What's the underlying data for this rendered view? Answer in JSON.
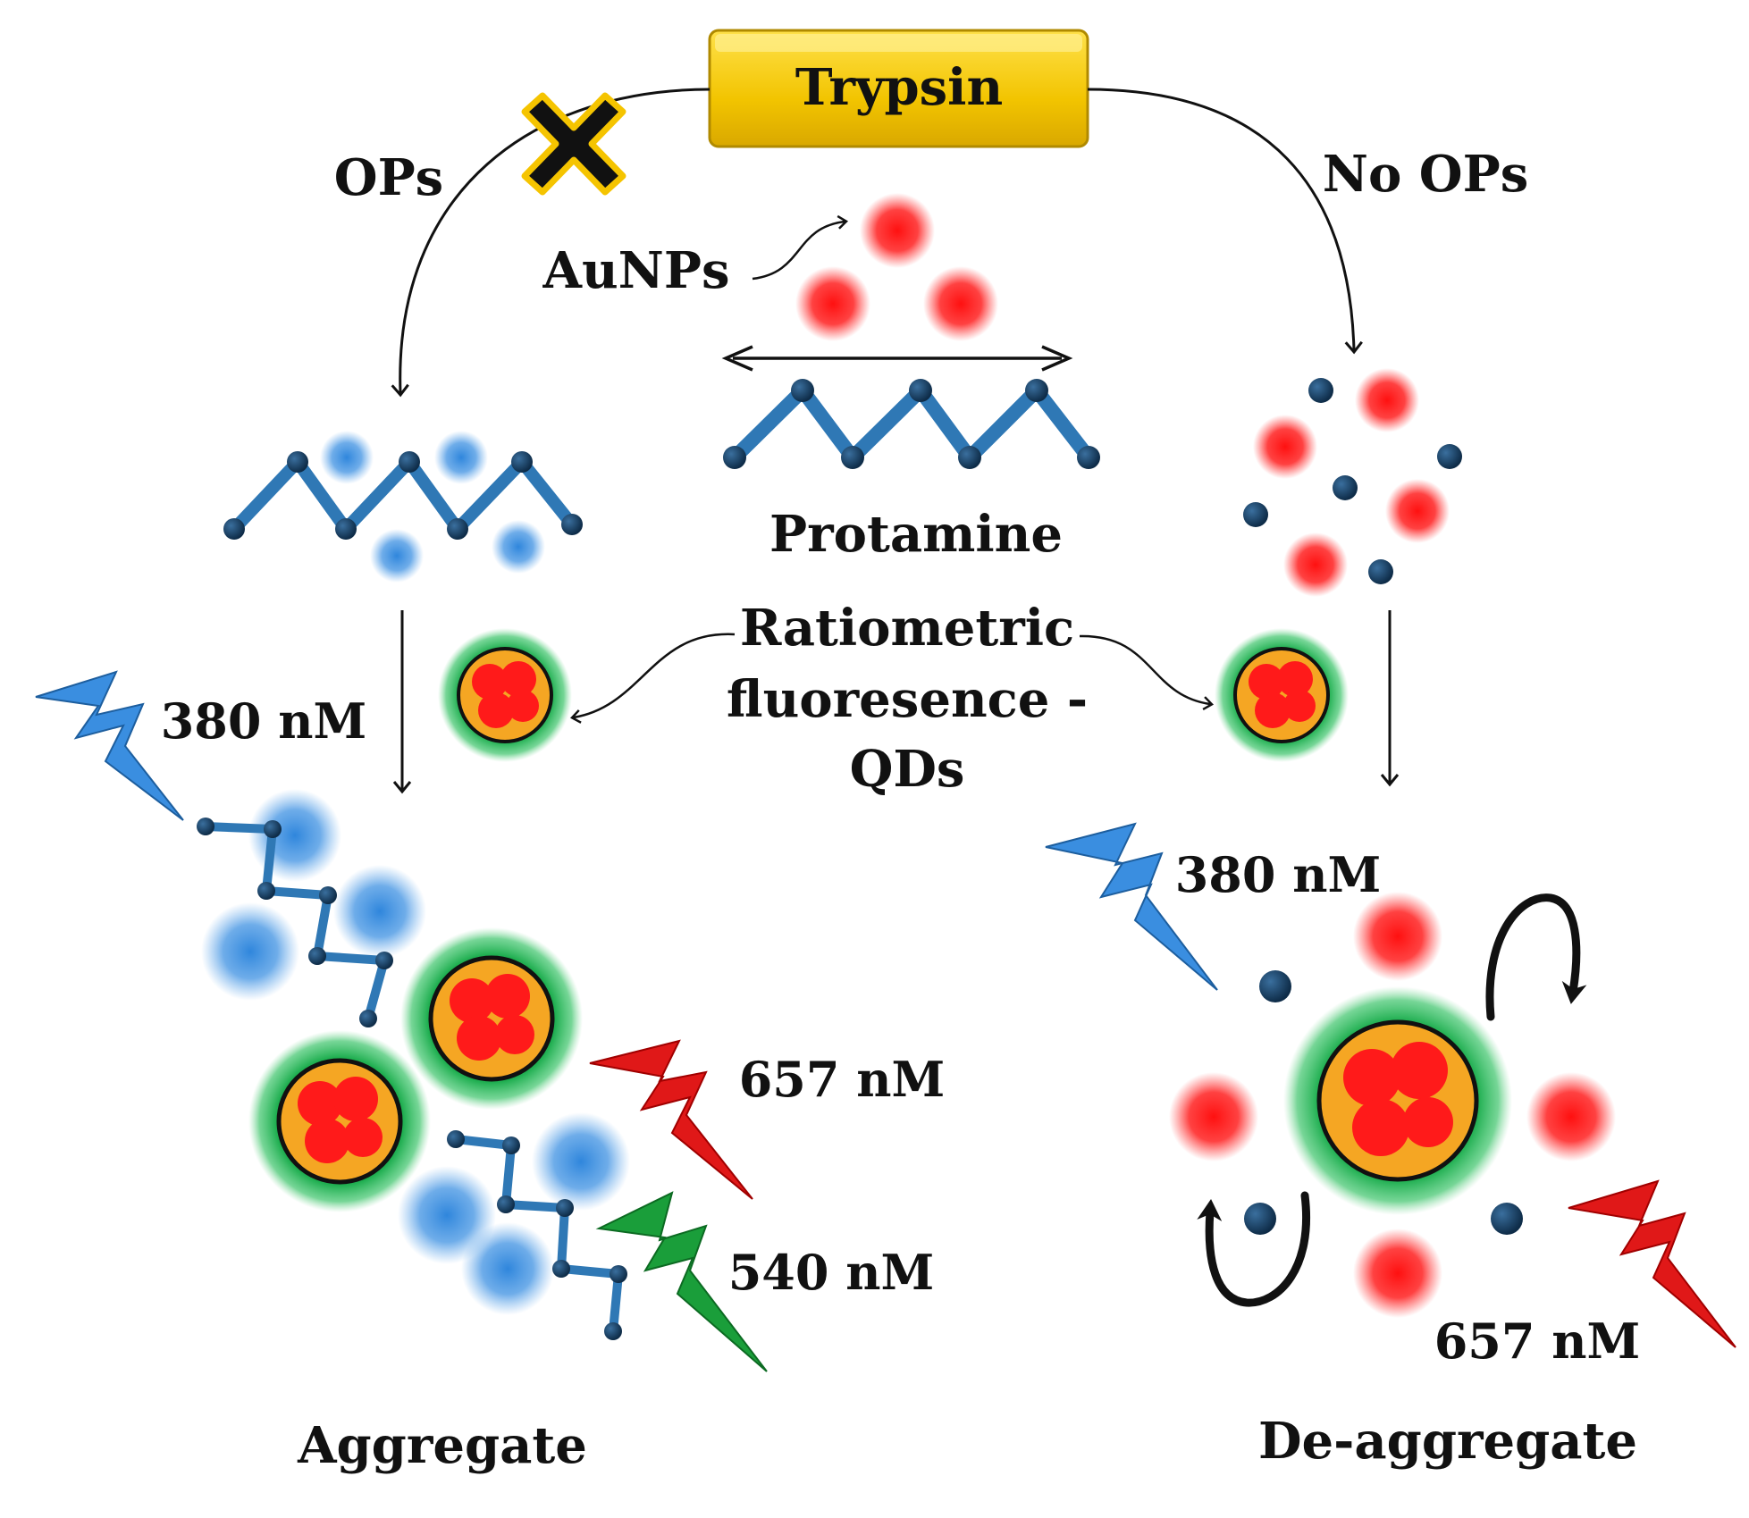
{
  "labels": {
    "enzyme": "Trypsin",
    "left_condition": "OPs",
    "right_condition": "No  OPs",
    "nanoparticles": "AuNPs",
    "peptide": "Protamine",
    "probe_line1": "Ratiometric",
    "probe_line2": "fluoresence -",
    "probe_line3": "QDs",
    "left_excitation": "380 nM",
    "right_excitation": "380 nM",
    "left_emission_red": "657 nM",
    "left_emission_green": "540 nM",
    "right_emission_red": "657 nM",
    "left_state": "Aggregate",
    "right_state": "De-aggregate"
  },
  "colors": {
    "enzyme_box": "#f2c400",
    "peptide_chain": "#2f78b5",
    "peptide_node": "#123a5e",
    "aunp_red": "#ff1a1a",
    "aunp_blue": "#3a8ee0",
    "qd_shell": "#1fae50",
    "qd_core": "#f5a623",
    "bolt_blue": "#3a8ee0",
    "bolt_red": "#e01818",
    "bolt_green": "#1a9e3a",
    "inhibit_cross": "#f5c400"
  },
  "icons": {
    "blocked": "cross-icon",
    "excitation": "lightning-icon",
    "cycle": "curved-arrow-icon"
  }
}
